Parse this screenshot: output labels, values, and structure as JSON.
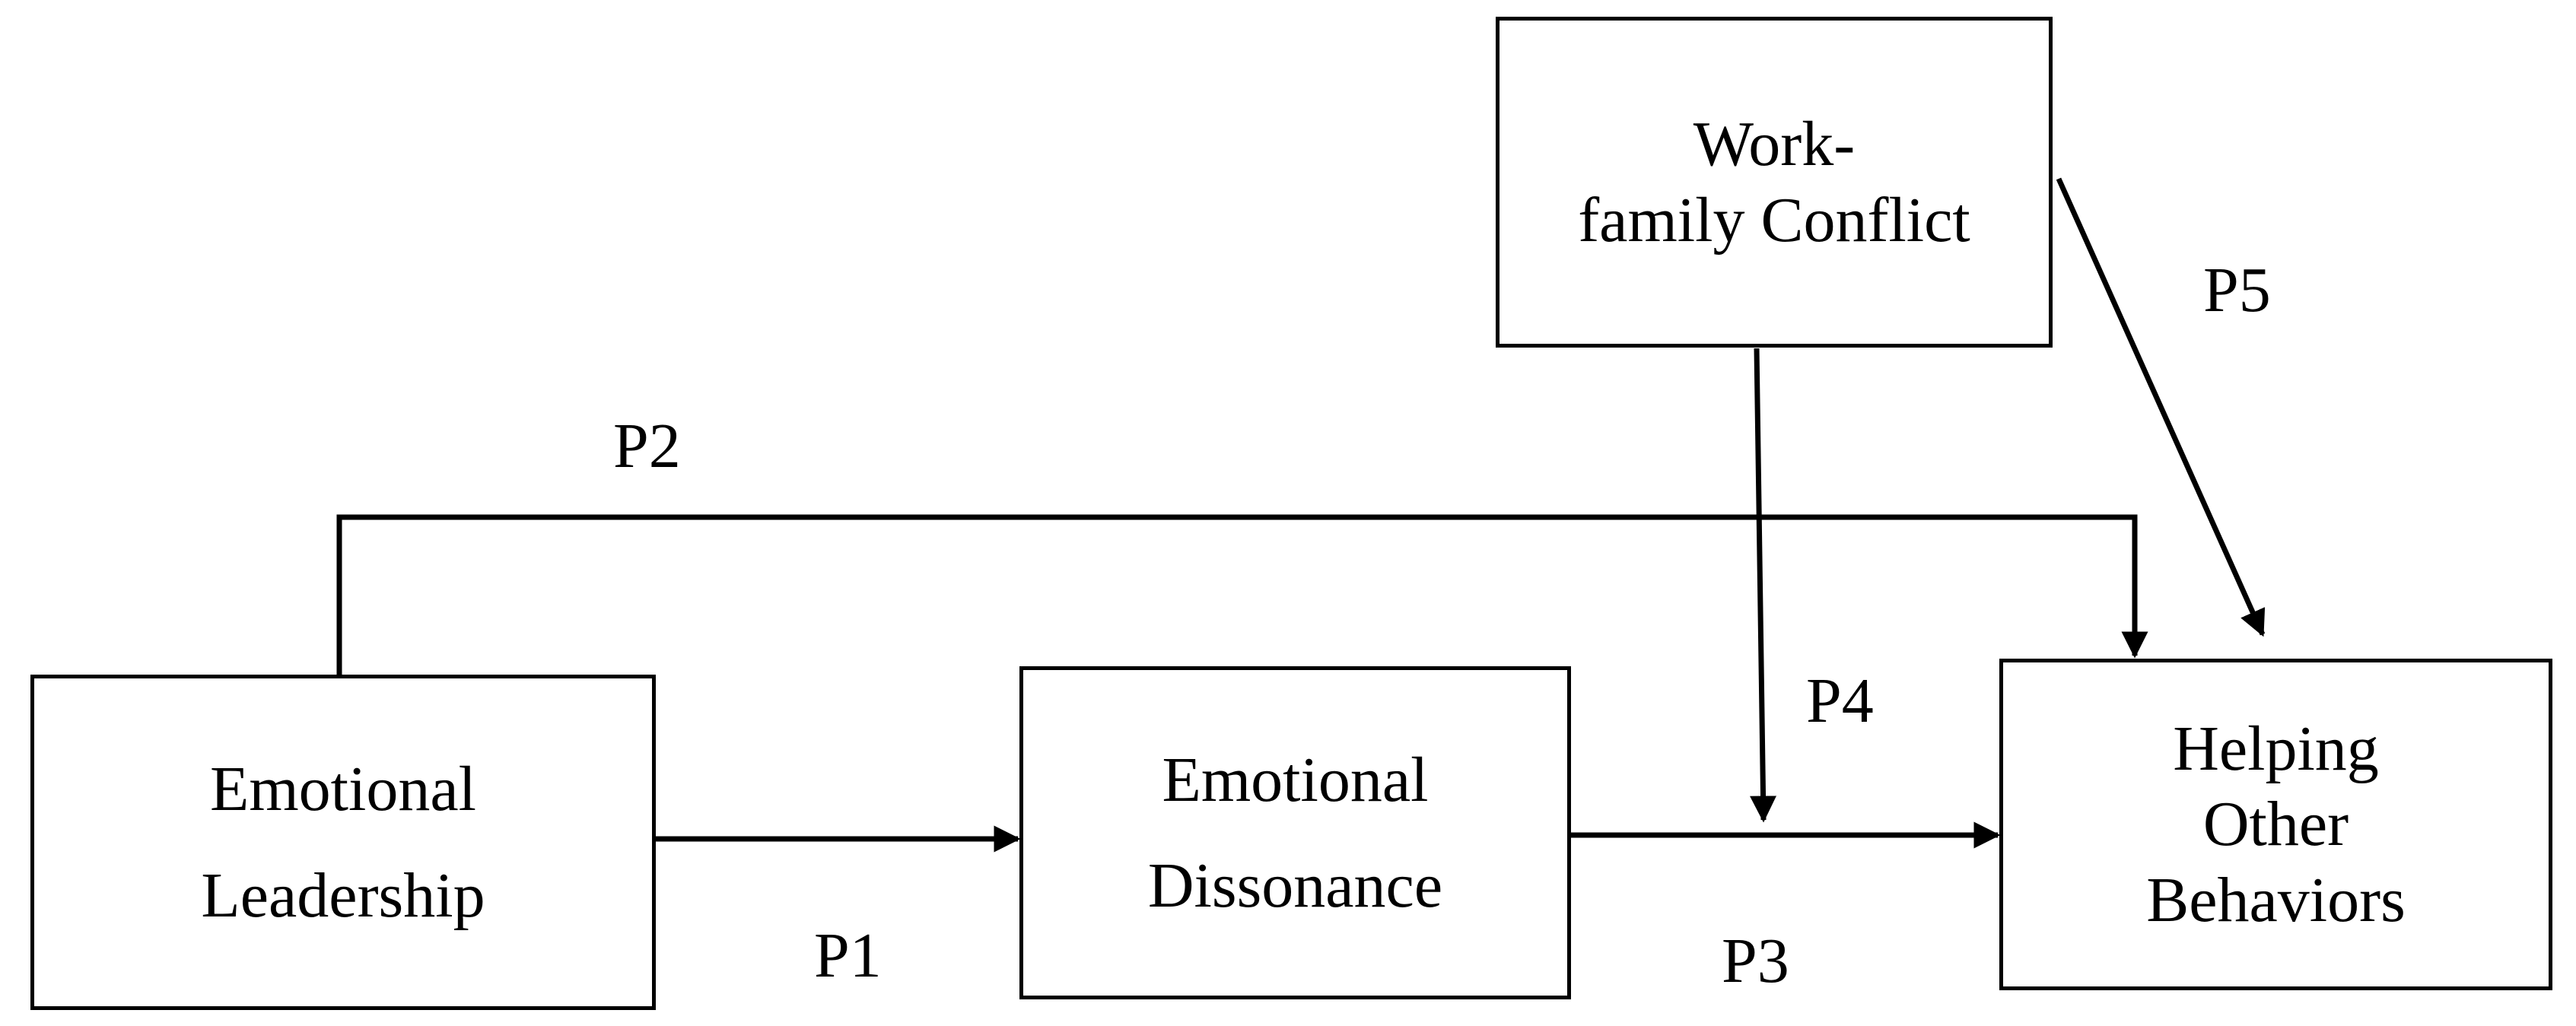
{
  "nodes": {
    "work_family_conflict": {
      "line1": "Work-",
      "line2": "family Conflict"
    },
    "emotional_leadership": {
      "line1": "Emotional",
      "line2": "Leadership"
    },
    "emotional_dissonance": {
      "line1": "Emotional",
      "line2": "Dissonance"
    },
    "helping_other_behaviors": {
      "line1": "Helping",
      "line2": "Other",
      "line3": "Behaviors"
    }
  },
  "paths": {
    "p1": "P1",
    "p2": "P2",
    "p3": "P3",
    "p4": "P4",
    "p5": "P5"
  },
  "colors": {
    "stroke": "#000000",
    "background": "#ffffff"
  }
}
